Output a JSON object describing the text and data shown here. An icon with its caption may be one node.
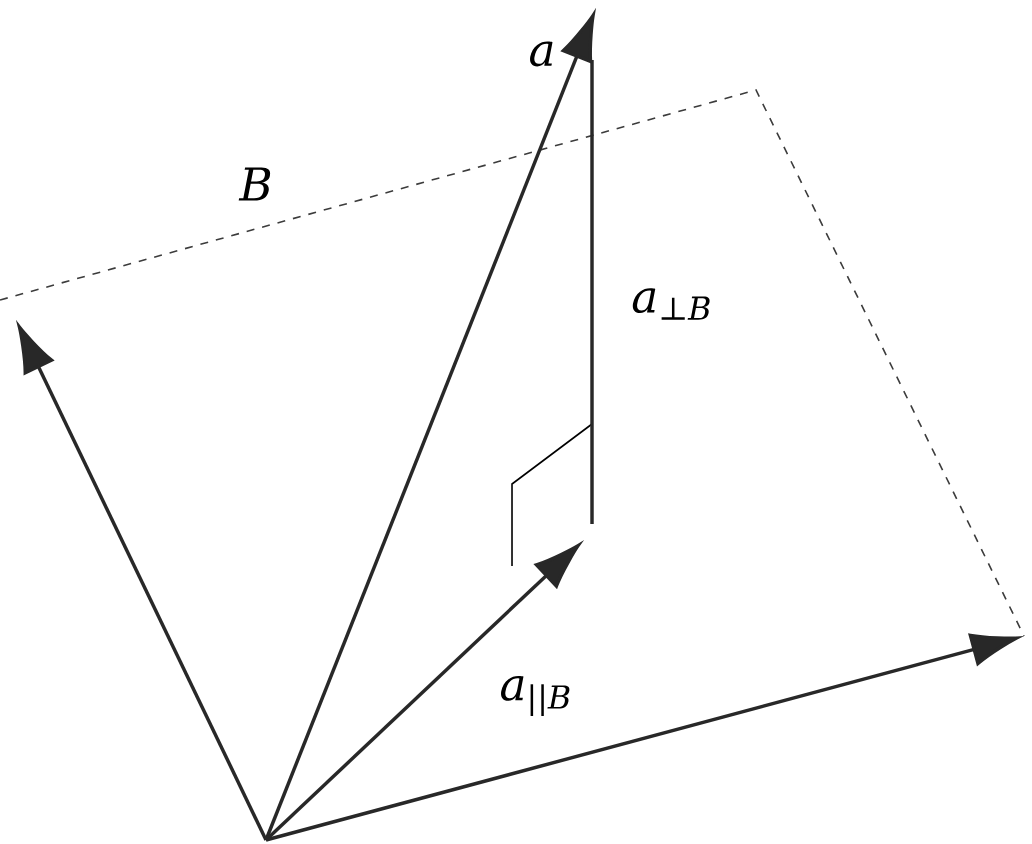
{
  "diagram": {
    "labels": [
      "B",
      "a",
      "a$_{⊥B}$",
      "a$_{||B}$"
    ]
  }
}
